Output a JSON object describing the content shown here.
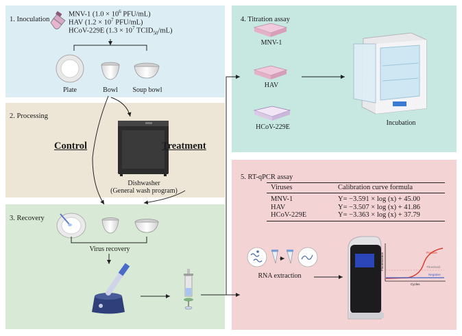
{
  "panels": {
    "inoculation": {
      "title": "1. Inoculation"
    },
    "processing": {
      "title": "2. Processing"
    },
    "recovery": {
      "title": "3. Recovery"
    },
    "titration": {
      "title": "4. Titration assay"
    },
    "rtqpcr": {
      "title": "5. RT-qPCR assay"
    }
  },
  "inoculation": {
    "viruses": [
      {
        "name": "MNV-1",
        "conc": "(1.0 × 10",
        "exp": "6",
        "unit": " PFU/mL)"
      },
      {
        "name": "HAV",
        "conc": "(1.2 × 10",
        "exp": "7",
        "unit": " PFU/mL)"
      },
      {
        "name": "HCoV-229E",
        "conc": "(1.3 × 10",
        "exp": "7",
        "unit": " TCID",
        "sub": "50",
        "unit2": "/mL)"
      }
    ],
    "dishes": [
      "Plate",
      "Bowl",
      "Soup bowl"
    ]
  },
  "processing": {
    "control_label": "Control",
    "treatment_label": "Treatment",
    "dishwasher_label": "Dishwasher",
    "program_label": "(General wash program)"
  },
  "recovery": {
    "virus_recovery_label": "Virus recovery"
  },
  "titration": {
    "plates": [
      "MNV-1",
      "HAV",
      "HCoV-229E"
    ],
    "incubation_label": "Incubation"
  },
  "rtqpcr": {
    "table_headers": [
      "Viruses",
      "Calibration curve formula"
    ],
    "table_rows": [
      [
        "MNV-1",
        "Y= −3.591 × log (x) + 45.00"
      ],
      [
        "HAV",
        "Y= −3.507 × log (x) + 41.86"
      ],
      [
        "HCoV-229E",
        "Y= −3.363 × log (x) + 37.79"
      ]
    ],
    "rna_label": "RNA extraction",
    "curve_labels": {
      "positive": "Positive",
      "threshold": "Threshold",
      "negative": "Negative",
      "xaxis": "Cycles",
      "yaxis": "Fluorescence"
    }
  },
  "colors": {
    "inoculation_bg": "#dcedf4",
    "processing_bg": "#ede6d7",
    "recovery_bg": "#d8e9d5",
    "titration_bg": "#c7e7e1",
    "rtqpcr_bg": "#f4d3d5"
  }
}
